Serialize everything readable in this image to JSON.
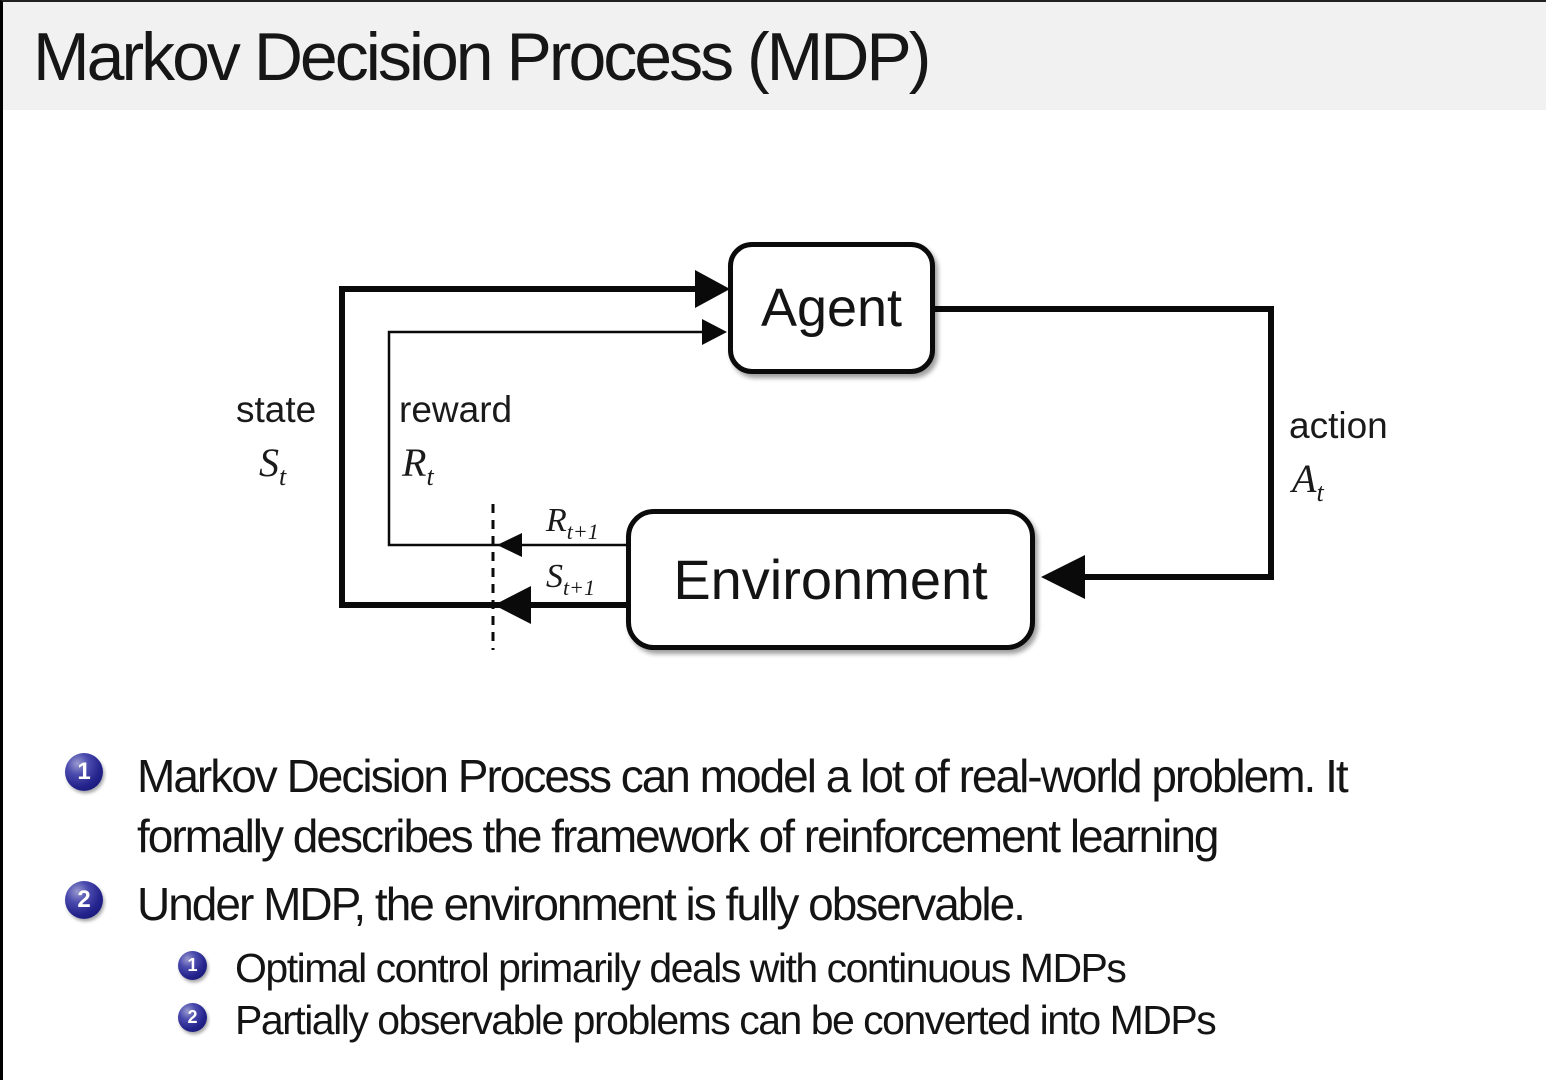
{
  "title": "Markov Decision Process (MDP)",
  "diagram": {
    "agent_label": "Agent",
    "environment_label": "Environment",
    "state": {
      "label": "state",
      "symbol": "S",
      "subscript": "t"
    },
    "reward": {
      "label": "reward",
      "symbol": "R",
      "subscript": "t"
    },
    "action": {
      "label": "action",
      "symbol": "A",
      "subscript": "t"
    },
    "next_reward": {
      "symbol": "R",
      "subscript": "t+1"
    },
    "next_state": {
      "symbol": "S",
      "subscript": "t+1"
    }
  },
  "bullets": [
    {
      "number": "1",
      "lines": [
        "Markov Decision Process can model a lot of real-world problem. It",
        "formally describes the framework of reinforcement learning"
      ]
    },
    {
      "number": "2",
      "lines": [
        "Under MDP, the environment is fully observable."
      ],
      "sub": [
        {
          "number": "1",
          "text": "Optimal control primarily deals with continuous MDPs"
        },
        {
          "number": "2",
          "text": "Partially observable problems can be converted into MDPs"
        }
      ]
    }
  ],
  "colors": {
    "title_band_bg": "#f1f1f2",
    "text_color": "#141414",
    "ball_blue": "#23238c",
    "line_black": "#0a0a0a"
  }
}
